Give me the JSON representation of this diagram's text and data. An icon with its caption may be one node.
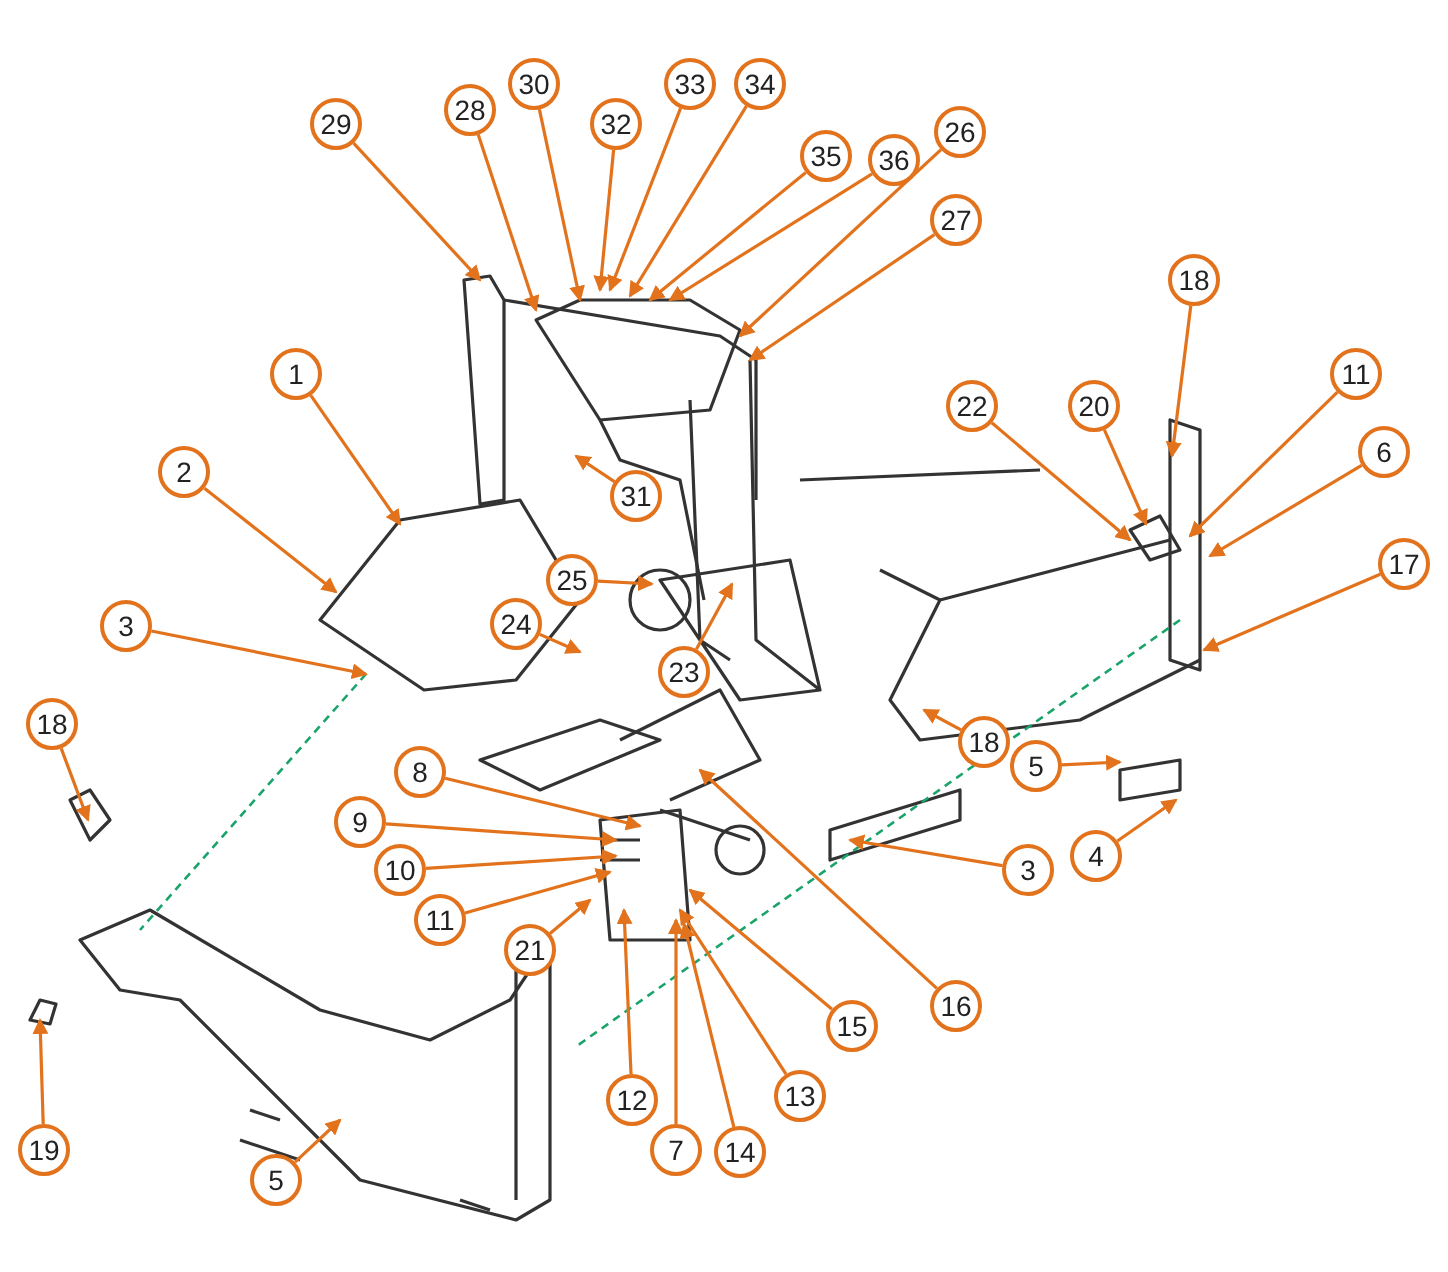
{
  "diagram": {
    "nodes": [
      {
        "text": [
          "30"
        ]
      },
      {
        "text": [
          "33"
        ]
      },
      {
        "text": [
          "34"
        ]
      },
      {
        "text": [
          "28"
        ]
      },
      {
        "text": [
          "29"
        ]
      },
      {
        "text": [
          "32"
        ]
      },
      {
        "text": [
          "26"
        ]
      },
      {
        "text": [
          "35"
        ]
      },
      {
        "text": [
          "36"
        ]
      },
      {
        "text": [
          "27"
        ]
      },
      {
        "text": [
          "18"
        ]
      },
      {
        "text": [
          "1"
        ]
      },
      {
        "text": [
          "11"
        ]
      },
      {
        "text": [
          "22"
        ]
      },
      {
        "text": [
          "20"
        ]
      },
      {
        "text": [
          "6"
        ]
      },
      {
        "text": [
          "2"
        ]
      },
      {
        "text": [
          "31"
        ]
      },
      {
        "text": [
          "17"
        ]
      },
      {
        "text": [
          "25"
        ]
      },
      {
        "text": [
          "24"
        ]
      },
      {
        "text": [
          "23"
        ]
      },
      {
        "text": [
          "3"
        ]
      },
      {
        "text": [
          "18"
        ]
      },
      {
        "text": [
          "18"
        ]
      },
      {
        "text": [
          "5"
        ]
      },
      {
        "text": [
          "8"
        ]
      },
      {
        "text": [
          "4"
        ]
      },
      {
        "text": [
          "9"
        ]
      },
      {
        "text": [
          "10"
        ]
      },
      {
        "text": [
          "3"
        ]
      },
      {
        "text": [
          "11"
        ]
      },
      {
        "text": [
          "21"
        ]
      },
      {
        "text": [
          "16"
        ]
      },
      {
        "text": [
          "15"
        ]
      },
      {
        "text": [
          "13"
        ]
      },
      {
        "text": [
          "12"
        ]
      },
      {
        "text": [
          "19"
        ]
      },
      {
        "text": [
          "7"
        ]
      },
      {
        "text": [
          "14"
        ]
      },
      {
        "text": [
          "5"
        ]
      }
    ],
    "edges": [
      {
        "from": 0,
        "to": null,
        "arrow": "to"
      },
      {
        "from": 1,
        "to": null,
        "arrow": "to"
      },
      {
        "from": 2,
        "to": null,
        "arrow": "to"
      },
      {
        "from": 3,
        "to": null,
        "arrow": "to"
      },
      {
        "from": 4,
        "to": null,
        "arrow": "to"
      },
      {
        "from": 5,
        "to": null,
        "arrow": "to"
      },
      {
        "from": 6,
        "to": null,
        "arrow": "to"
      },
      {
        "from": 7,
        "to": null,
        "arrow": "to"
      },
      {
        "from": 8,
        "to": null,
        "arrow": "to"
      },
      {
        "from": 9,
        "to": null,
        "arrow": "to"
      },
      {
        "from": 10,
        "to": null,
        "arrow": "to"
      },
      {
        "from": 11,
        "to": null,
        "arrow": "to"
      },
      {
        "from": 12,
        "to": null,
        "arrow": "to"
      },
      {
        "from": 13,
        "to": null,
        "arrow": "to"
      },
      {
        "from": 14,
        "to": null,
        "arrow": "to"
      },
      {
        "from": 15,
        "to": null,
        "arrow": "to"
      },
      {
        "from": 16,
        "to": null,
        "arrow": "to"
      },
      {
        "from": 17,
        "to": null,
        "arrow": "to"
      },
      {
        "from": 18,
        "to": null,
        "arrow": "to"
      },
      {
        "from": 19,
        "to": null,
        "arrow": "to"
      },
      {
        "from": 20,
        "to": null,
        "arrow": "to"
      },
      {
        "from": 21,
        "to": null,
        "arrow": "to"
      },
      {
        "from": 22,
        "to": null,
        "arrow": "to"
      },
      {
        "from": 23,
        "to": null,
        "arrow": "to"
      },
      {
        "from": 24,
        "to": null,
        "arrow": "to"
      },
      {
        "from": 25,
        "to": null,
        "arrow": "to"
      },
      {
        "from": 26,
        "to": null,
        "arrow": "to"
      },
      {
        "from": 27,
        "to": null,
        "arrow": "to"
      },
      {
        "from": 28,
        "to": null,
        "arrow": "to"
      },
      {
        "from": 29,
        "to": null,
        "arrow": "to"
      },
      {
        "from": 30,
        "to": null,
        "arrow": "to"
      },
      {
        "from": 31,
        "to": null,
        "arrow": "to"
      },
      {
        "from": 32,
        "to": null,
        "arrow": "to"
      },
      {
        "from": 33,
        "to": null,
        "arrow": "to"
      },
      {
        "from": 34,
        "to": null,
        "arrow": "to"
      },
      {
        "from": 35,
        "to": null,
        "arrow": "to"
      },
      {
        "from": 36,
        "to": null,
        "arrow": "to"
      },
      {
        "from": 37,
        "to": null,
        "arrow": "to"
      },
      {
        "from": 38,
        "to": null,
        "arrow": "to"
      },
      {
        "from": 39,
        "to": null,
        "arrow": "to"
      },
      {
        "from": 40,
        "to": null,
        "arrow": "to"
      }
    ]
  }
}
